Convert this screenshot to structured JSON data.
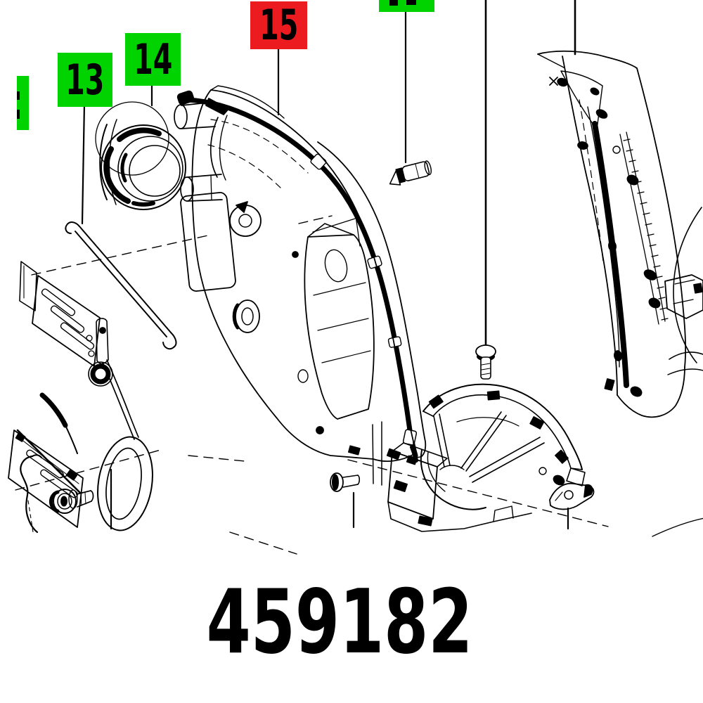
{
  "diagram": {
    "part_number": "459182",
    "colors": {
      "highlight_green": "#00d300",
      "highlight_red": "#ec1b20",
      "ink": "#000000",
      "background": "#ffffff"
    },
    "labels": [
      {
        "id": "left-cropped",
        "text": "",
        "color": "#00d300"
      },
      {
        "id": "label-13",
        "text": "13",
        "color": "#00d300"
      },
      {
        "id": "label-14",
        "text": "14",
        "color": "#00d300"
      },
      {
        "id": "label-15",
        "text": "15",
        "color": "#ec1b20"
      },
      {
        "id": "top-cropped",
        "text": "",
        "color": "#00d300"
      }
    ]
  }
}
